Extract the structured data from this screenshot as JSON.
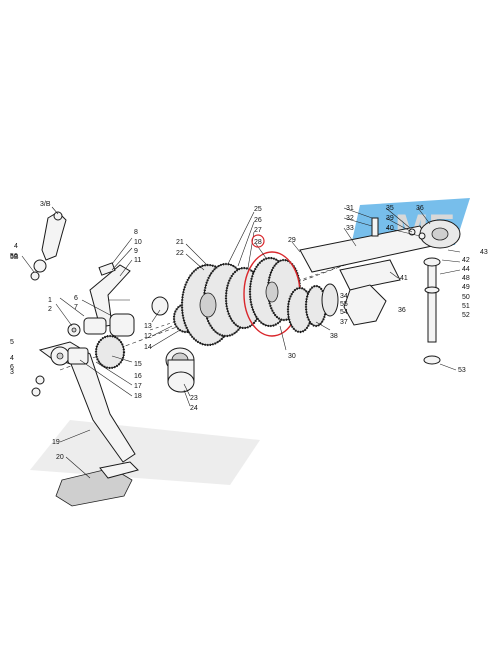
{
  "diagram": {
    "watermark_text": "ME",
    "colors": {
      "ink": "#1a1a1a",
      "highlight": "#d9262b",
      "watermark_blue": "#5fb3e8",
      "watermark_gray": "#d8d8d8"
    },
    "part_numbers": [
      "3/B",
      "4",
      "5",
      "5B",
      "1",
      "2",
      "3",
      "6",
      "7",
      "8",
      "9",
      "10",
      "11",
      "12",
      "13",
      "14",
      "15",
      "16",
      "17",
      "18",
      "19",
      "20",
      "21",
      "22",
      "23",
      "24",
      "25",
      "26",
      "27",
      "28",
      "29",
      "30",
      "31",
      "32",
      "33",
      "34",
      "35",
      "36",
      "37",
      "38",
      "39",
      "40",
      "41",
      "42",
      "43",
      "44",
      "48",
      "49",
      "50",
      "51",
      "52",
      "53",
      "54",
      "55",
      "56"
    ],
    "highlighted_part": "28"
  }
}
